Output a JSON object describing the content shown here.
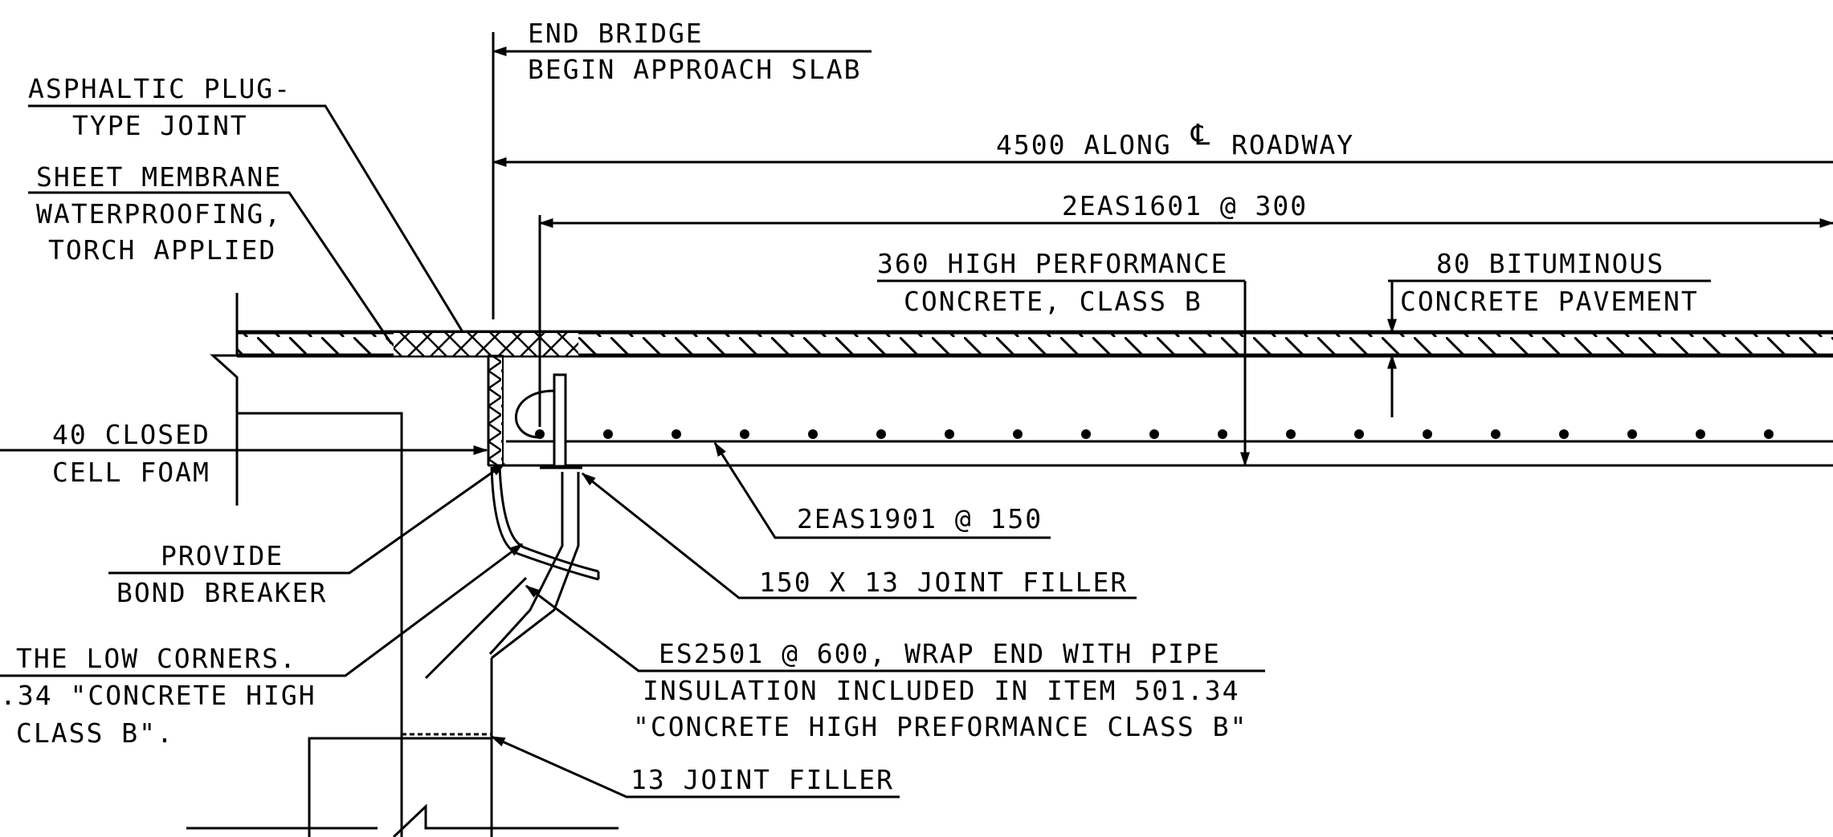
{
  "labels": {
    "end_bridge_1": "END BRIDGE",
    "end_bridge_2": "BEGIN APPROACH SLAB",
    "plug_1": "ASPHALTIC PLUG-",
    "plug_2": "TYPE JOINT",
    "membrane_1": "SHEET MEMBRANE",
    "membrane_2": "WATERPROOFING,",
    "membrane_3": "TORCH APPLIED",
    "roadway_a": "4500 ALONG",
    "cl_symbol": "℄",
    "roadway_b": "ROADWAY",
    "rebar_top": "2EAS1601 @ 300",
    "hpc_1": "360 HIGH PERFORMANCE",
    "hpc_2": "CONCRETE, CLASS B",
    "bit_1": "80 BITUMINOUS",
    "bit_2": "CONCRETE PAVEMENT",
    "foam_1": "40 CLOSED",
    "foam_2": "CELL FOAM",
    "rebar_bottom": "2EAS1901 @ 150",
    "bond_1": "PROVIDE",
    "bond_2": "BOND BREAKER",
    "filler_150": "150 X 13 JOINT FILLER",
    "corners_1": "THE LOW CORNERS.",
    "corners_2": ".34 \"CONCRETE HIGH",
    "corners_3": "CLASS B\".",
    "es_1": "ES2501 @ 600, WRAP END WITH PIPE",
    "es_2": "INSULATION INCLUDED IN ITEM 501.34",
    "es_3": "\"CONCRETE HIGH PREFORMANCE CLASS B\"",
    "filler_13": "13 JOINT FILLER"
  }
}
